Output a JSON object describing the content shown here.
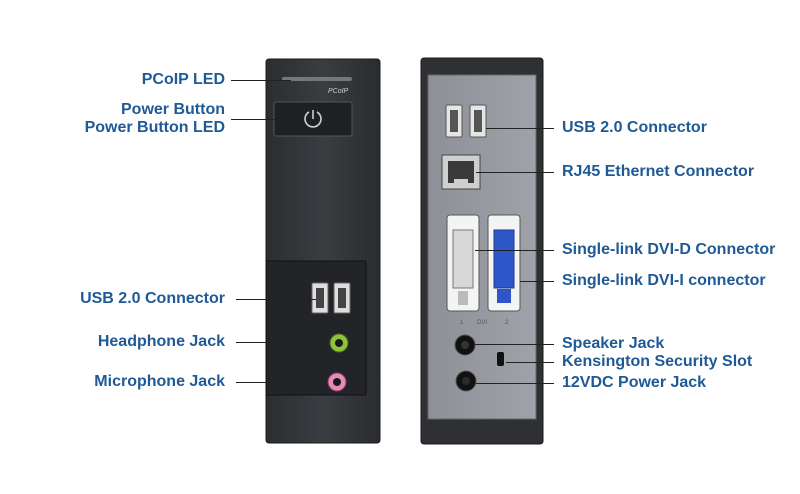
{
  "front_labels": {
    "pcoip_led": "PCoIP LED",
    "power_button": "Power Button",
    "power_button_led": "Power Button LED",
    "usb": "USB 2.0 Connector",
    "headphone": "Headphone Jack",
    "microphone": "Microphone Jack"
  },
  "rear_labels": {
    "usb": "USB 2.0 Connector",
    "rj45": "RJ45 Ethernet Connector",
    "dvi_d": "Single-link DVI-D Connector",
    "dvi_i": "Single-link DVI-I connector",
    "speaker": "Speaker Jack",
    "kensington": "Kensington Security Slot",
    "power_jack": "12VDC Power Jack"
  },
  "device_text": {
    "brand": "PCoIP",
    "dvi_port_1": "1",
    "dvi_mark": "DVI",
    "dvi_port_2": "2"
  },
  "colors": {
    "label": "#1f5a96",
    "headphone_ring": "#8fc43a",
    "microphone_ring": "#e88ab8",
    "dvi_i_blue": "#2f56c8"
  }
}
